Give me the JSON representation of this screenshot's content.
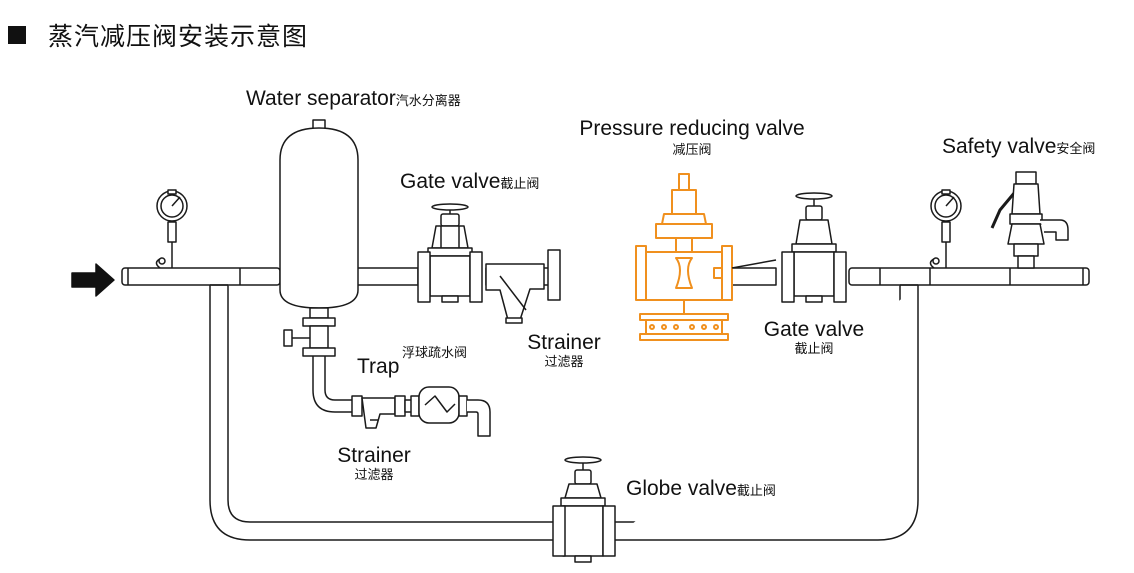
{
  "title": "蒸汽减压阀安装示意图",
  "colors": {
    "line": "#1a1a1a",
    "body_fill": "#ffffff",
    "highlight": "#f0901e",
    "arrow": "#111111"
  },
  "icons": {
    "flow_arrow": "flow-direction-arrow-icon",
    "pressure_gauge": "pressure-gauge-icon"
  },
  "labels": {
    "water_separator_en": "Water separator",
    "water_separator_cn": "汽水分离器",
    "gate_valve_1_en": "Gate valve",
    "gate_valve_1_cn": "截止阀",
    "prv_en": "Pressure reducing valve",
    "prv_cn": "减压阀",
    "safety_valve_en": "Safety valve",
    "safety_valve_cn": "安全阀",
    "trap_en": "Trap",
    "trap_cn": "浮球疏水阀",
    "strainer_1_en": "Strainer",
    "strainer_1_cn": "过滤器",
    "gate_valve_2_en": "Gate valve",
    "gate_valve_2_cn": "截止阀",
    "strainer_2_en": "Strainer",
    "strainer_2_cn": "过滤器",
    "globe_valve_en": "Globe valve",
    "globe_valve_cn": "截止阀"
  }
}
